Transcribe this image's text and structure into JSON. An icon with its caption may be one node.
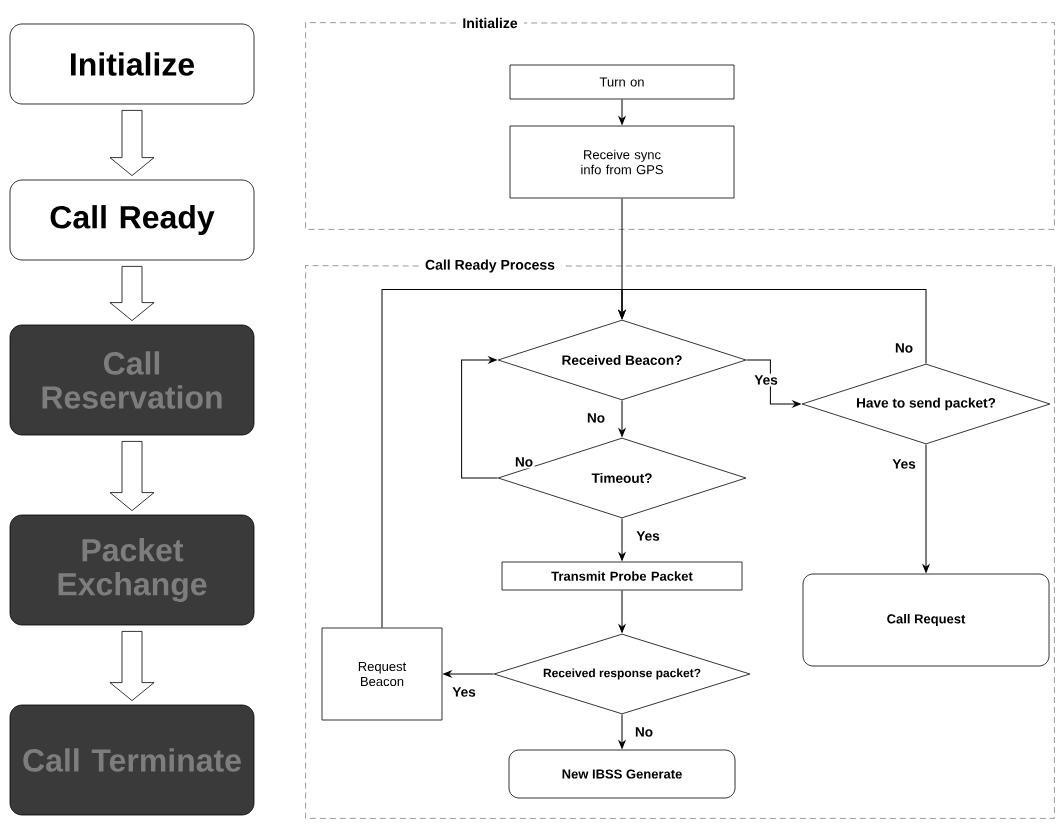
{
  "diagram": {
    "nodes": [
      {
        "text": [
          "Initialize"
        ]
      },
      {
        "text": [
          "Call Ready"
        ]
      },
      {
        "text": [
          "Call Reservation"
        ]
      },
      {
        "text": [
          "Packet Exchange"
        ]
      },
      {
        "text": [
          "Call Terminate"
        ]
      },
      {
        "text": [
          "Initialize"
        ]
      },
      {
        "text": [
          "Turn on"
        ],
        "in": 5
      },
      {
        "text": [
          "Receive sync info from GPS"
        ],
        "in": 5
      },
      {
        "text": [
          "Call Ready Process"
        ]
      },
      {
        "text": [
          "Received Beacon?"
        ],
        "in": 8
      },
      {
        "text": [
          "Have to send packet?"
        ],
        "in": 8
      },
      {
        "text": [
          "Timeout?"
        ],
        "in": 8
      },
      {
        "text": [
          "Transmit Probe Packet"
        ],
        "in": 8
      },
      {
        "text": [
          "Call Request"
        ],
        "in": 8
      },
      {
        "text": [
          "Request Beacon"
        ],
        "in": 8
      },
      {
        "text": [
          "Received response packet?"
        ],
        "in": 8
      },
      {
        "text": [
          "New IBSS Generate"
        ],
        "in": 8
      }
    ],
    "edges": [
      {
        "from": 0,
        "to": 1,
        "arrow": "to",
        "style": "thick"
      },
      {
        "from": 1,
        "to": 2,
        "arrow": "to",
        "style": "thick"
      },
      {
        "from": 2,
        "to": 3,
        "arrow": "to",
        "style": "thick"
      },
      {
        "from": 3,
        "to": 4,
        "arrow": "to",
        "style": "thick"
      },
      {
        "from": 6,
        "to": 7,
        "arrow": "to"
      },
      {
        "from": 7,
        "to": 9,
        "arrow": "to"
      },
      {
        "from": 9,
        "to": 10,
        "arrow": "to",
        "label": "Yes"
      },
      {
        "from": 9,
        "to": 11,
        "arrow": "to",
        "label": "No"
      },
      {
        "from": 11,
        "to": 9,
        "arrow": "to",
        "label": "No"
      },
      {
        "from": 11,
        "to": 12,
        "arrow": "to",
        "label": "Yes"
      },
      {
        "from": 12,
        "to": 15,
        "arrow": "to"
      },
      {
        "from": 15,
        "to": 14,
        "arrow": "to",
        "label": "Yes"
      },
      {
        "from": 15,
        "to": 16,
        "arrow": "to",
        "label": "No"
      },
      {
        "from": 10,
        "to": 13,
        "arrow": "to",
        "label": "Yes"
      },
      {
        "from": 10,
        "to": 9,
        "arrow": "to",
        "label": "No"
      },
      {
        "from": 14,
        "to": 9,
        "arrow": "to"
      }
    ]
  }
}
